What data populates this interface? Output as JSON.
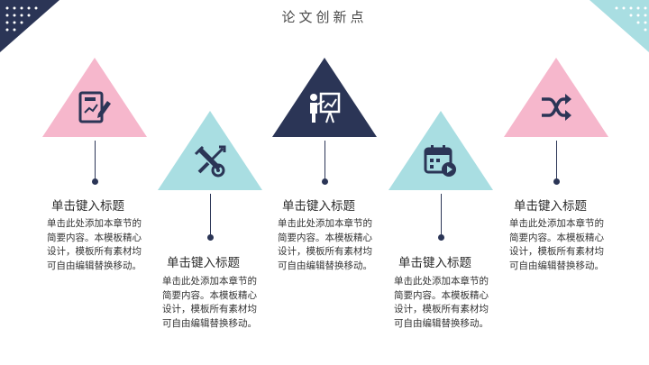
{
  "page": {
    "title": "论文创新点"
  },
  "colors": {
    "pink": "#f6b7cc",
    "teal": "#a9dee2",
    "navy": "#2b3556"
  },
  "items": [
    {
      "heading": "单击键入标题",
      "desc": "单击此处添加本章节的简要内容。本模板精心设计，模板所有素材均可自由编辑替换移动。",
      "icon": "edit-document-icon",
      "color": "pink"
    },
    {
      "heading": "单击键入标题",
      "desc": "单击此处添加本章节的简要内容。本模板精心设计，模板所有素材均可自由编辑替换移动。",
      "icon": "tools-icon",
      "color": "teal"
    },
    {
      "heading": "单击键入标题",
      "desc": "单击此处添加本章节的简要内容。本模板精心设计，模板所有素材均可自由编辑替换移动。",
      "icon": "presentation-icon",
      "color": "navy"
    },
    {
      "heading": "单击键入标题",
      "desc": "单击此处添加本章节的简要内容。本模板精心设计，模板所有素材均可自由编辑替换移动。",
      "icon": "calendar-icon",
      "color": "teal"
    },
    {
      "heading": "单击键入标题",
      "desc": "单击此处添加本章节的简要内容。本模板精心设计，模板所有素材均可自由编辑替换移动。",
      "icon": "shuffle-icon",
      "color": "pink"
    }
  ]
}
